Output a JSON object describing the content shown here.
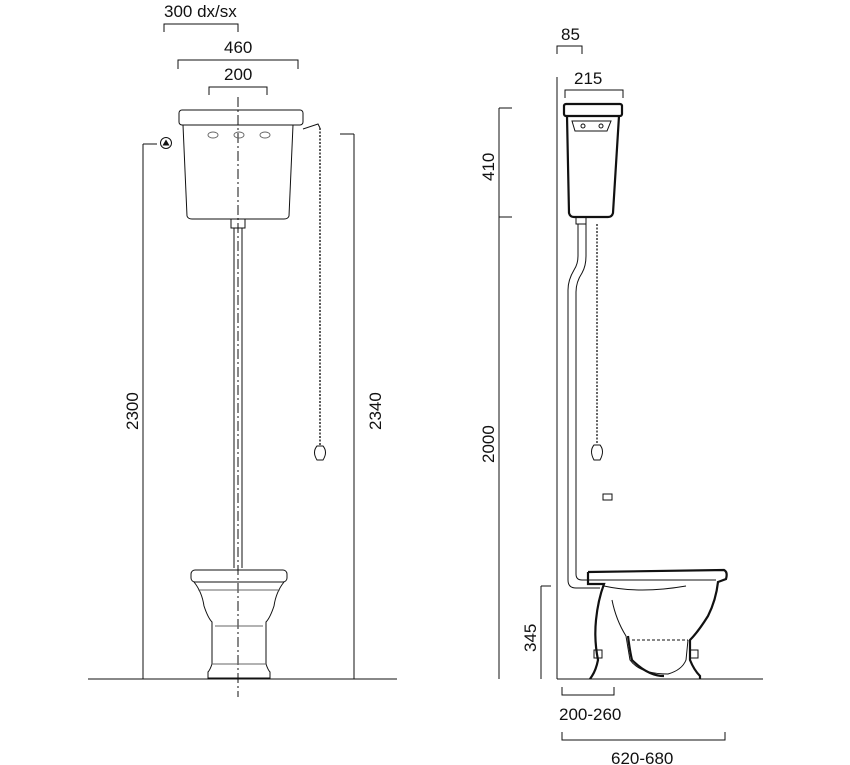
{
  "front_view": {
    "dim_spacing": "300 dx/sx",
    "dim_width": "460",
    "dim_outlet": "200",
    "dim_height_left": "2300",
    "dim_height_right": "2340"
  },
  "side_view": {
    "dim_wall_gap": "85",
    "dim_cistern_depth": "215",
    "dim_cistern_height": "410",
    "dim_mount_height": "2000",
    "dim_pan_height": "345",
    "dim_outlet_range": "200-260",
    "dim_projection": "620-680"
  },
  "icons": {
    "inlet_marker": "triangle-in-circle-icon"
  }
}
